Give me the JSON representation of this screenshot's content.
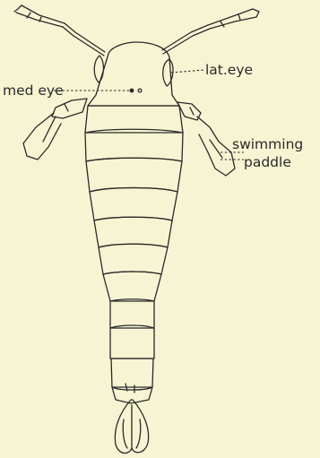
{
  "labels": {
    "lat_eye": "lat.eye",
    "med_eye": "med eye",
    "swimming_line1": "swimming",
    "swimming_line2": "paddle"
  },
  "colors": {
    "background": "#f6f4d2",
    "ink": "#2a2a2a"
  }
}
